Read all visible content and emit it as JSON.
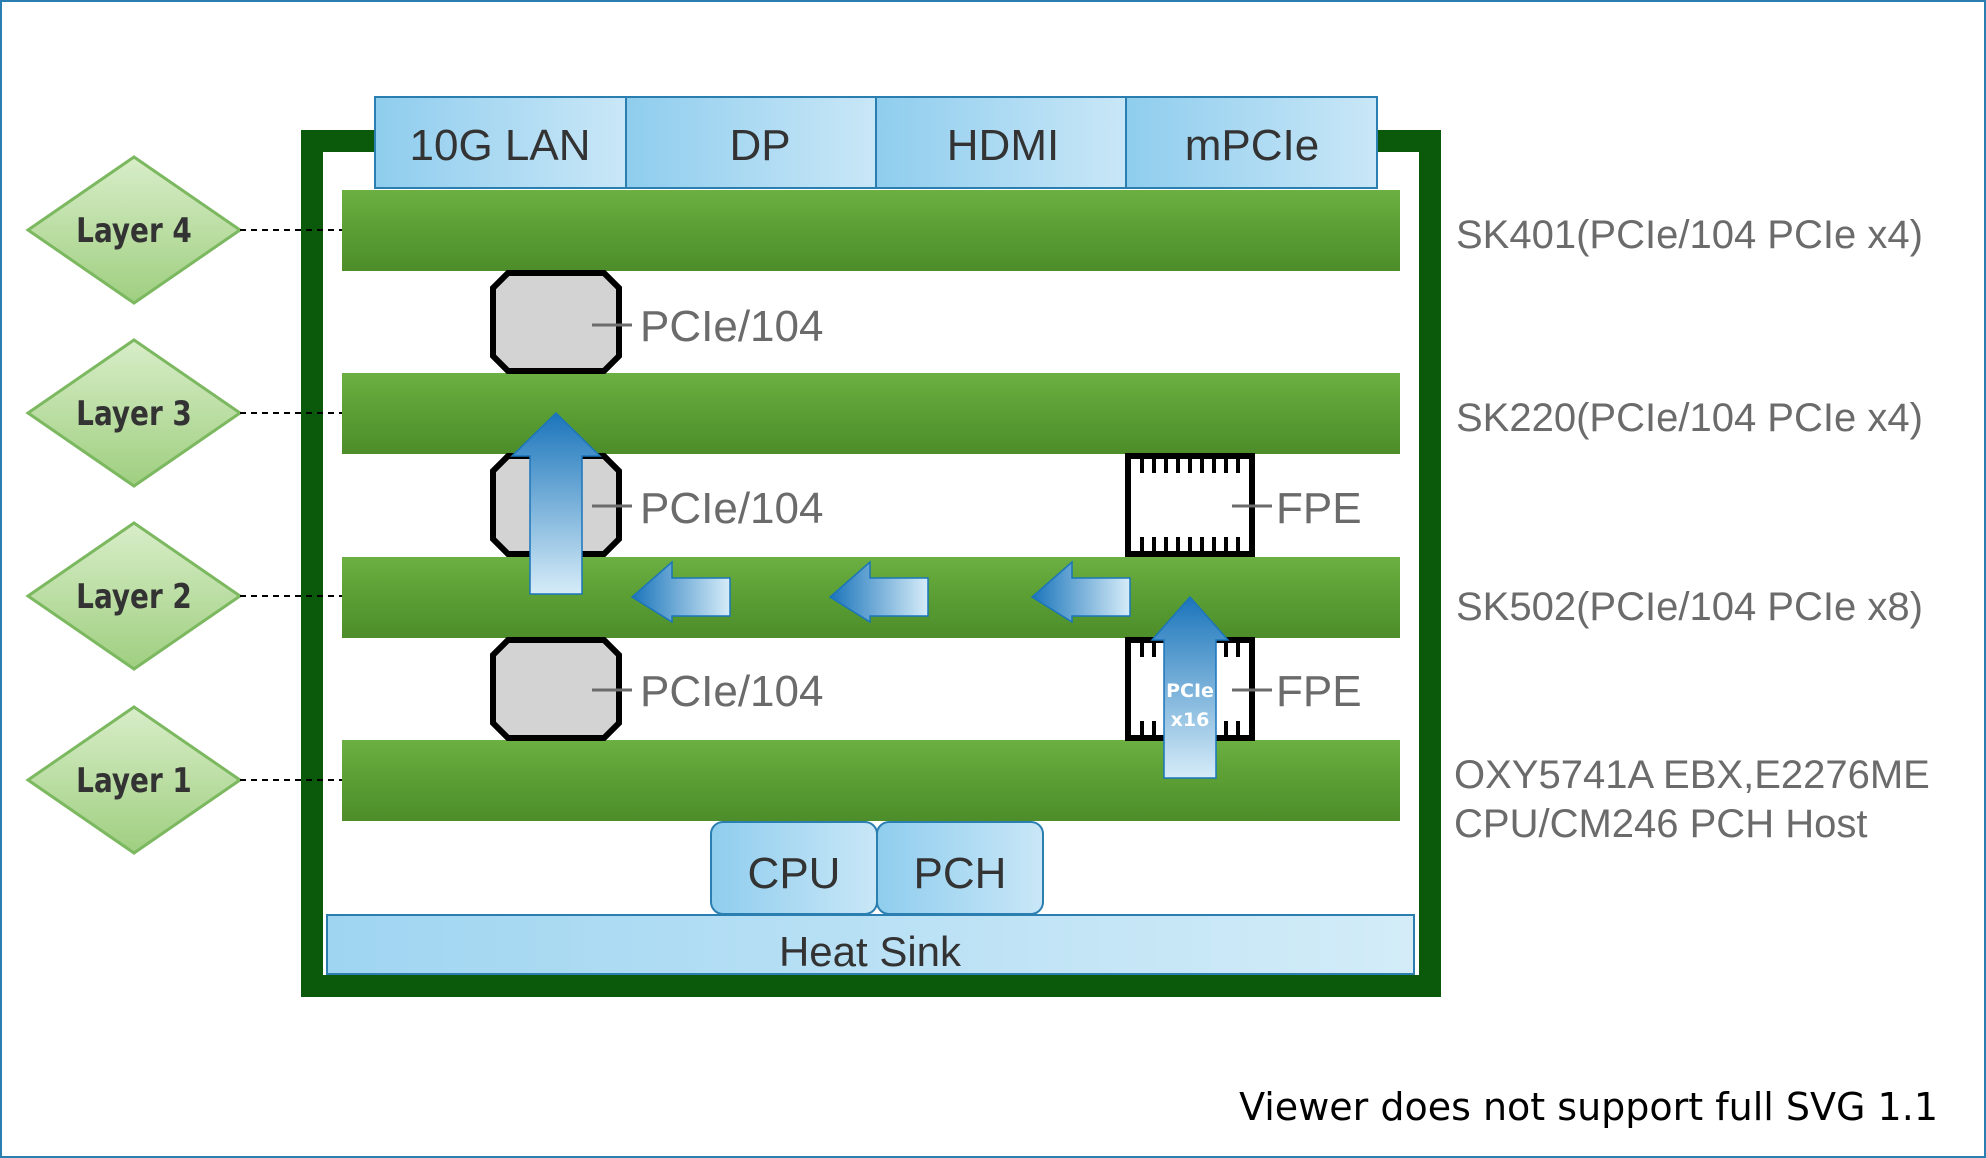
{
  "connectors": [
    "10G LAN",
    "DP",
    "HDMI",
    "mPCIe"
  ],
  "layers": [
    {
      "label": "Layer 4",
      "board": "SK401(PCIe/104 PCIe x4)"
    },
    {
      "label": "Layer 3",
      "board": "SK220(PCIe/104 PCIe x4)"
    },
    {
      "label": "Layer 2",
      "board": "SK502(PCIe/104 PCIe x8)"
    },
    {
      "label": "Layer 1",
      "board_line1": "OXY5741A EBX,E2276ME",
      "board_line2": "CPU/CM246 PCH Host"
    }
  ],
  "stack_connector_label": "PCIe/104",
  "fpe_label": "FPE",
  "pcie_x16_line1": "PCIe",
  "pcie_x16_line2": "x16",
  "chips": {
    "cpu": "CPU",
    "pch": "PCH"
  },
  "heat_sink": "Heat Sink",
  "footer_note": "Viewer does not support full SVG 1.1",
  "colors": {
    "frame": "#0b5a0b",
    "board": "#5a9e34",
    "board_highlight": "#6fb043",
    "connector_fill": "#a9d8f2",
    "connector_stroke": "#2b7fb0",
    "diamond_fill": "#b7dc9c",
    "diamond_stroke": "#7cb860",
    "label_text": "#6b6b6b",
    "arrow": "#1b75bb",
    "border": "#2b7fb0"
  }
}
